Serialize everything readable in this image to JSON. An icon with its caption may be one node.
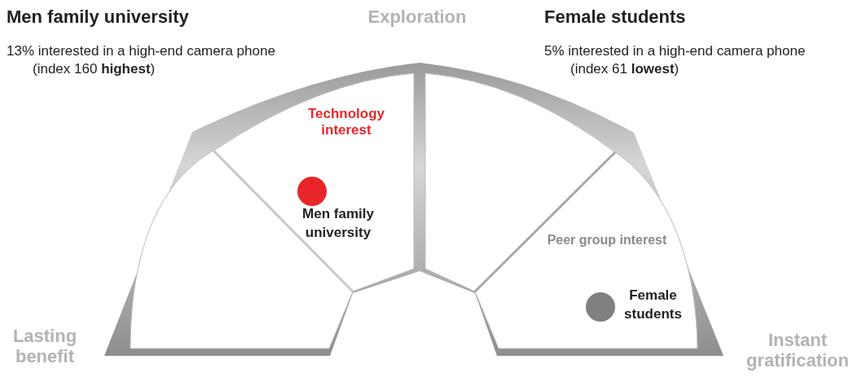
{
  "diagram": {
    "nodes": [
      {
        "text": [],
        "shape": "circle",
        "beside": [
          "Men family university"
        ]
      },
      {
        "text": [],
        "shape": "circle",
        "beside": [
          "Female students"
        ]
      }
    ],
    "labels": [
      "Men family university",
      "Exploration",
      "Female students",
      "13% interested in a high-end camera phone (index 160 **highest**)",
      "5% interested in a high-end camera phone (index 61 **lowest**)",
      "Technology interest",
      "Peer group interest",
      "Lasting benefit",
      "Instant gratification"
    ]
  }
}
